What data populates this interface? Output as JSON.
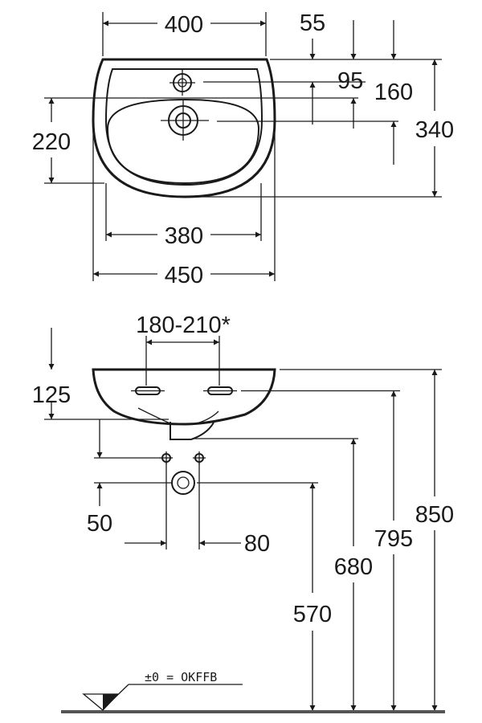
{
  "top_view": {
    "dims": {
      "width_400": "400",
      "depth_55": "55",
      "depth_95": "95",
      "depth_160": "160",
      "depth_340": "340",
      "depth_220": "220",
      "bowl_380": "380",
      "width_450": "450"
    }
  },
  "front_view": {
    "dims": {
      "bracket_spacing": "180-210*",
      "height_125": "125",
      "spacing_50": "50",
      "spacing_80": "80",
      "height_570": "570",
      "height_680": "680",
      "height_795": "795",
      "height_850": "850"
    },
    "floor_reference": "±0 = OKFFB"
  },
  "colors": {
    "line": "#1a1a1a",
    "background": "#ffffff",
    "floor": "#555555"
  }
}
